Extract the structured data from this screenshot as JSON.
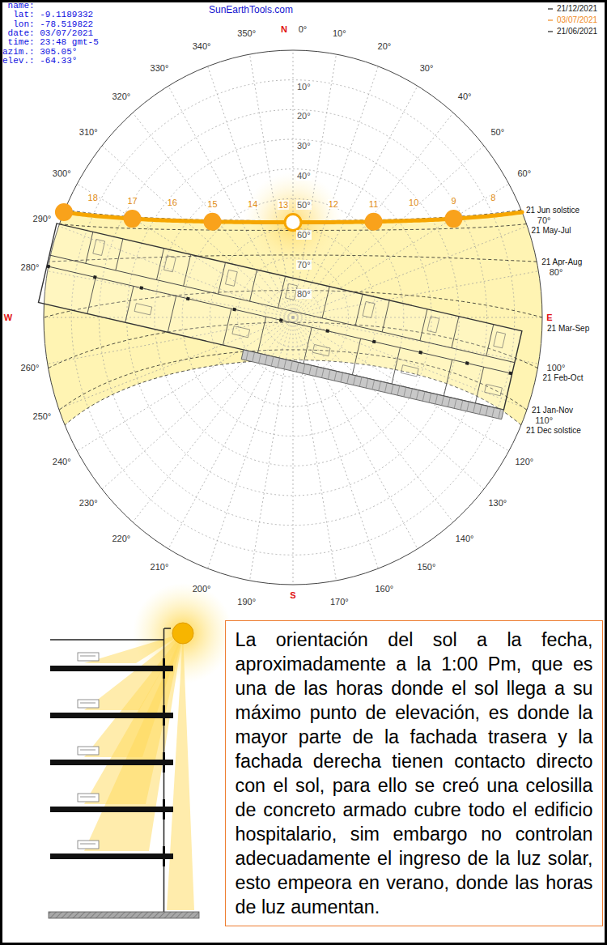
{
  "diagram": {
    "title": "SunEarthTools.com",
    "nodes": [
      {
        "text": [
          "La orientación del sol a la fecha, aproximadamente a la 1:00 Pm, que es una de las horas donde el sol llega a su máximo punto de elevación, es donde la mayor parte de la fachada trasera y la fachada derecha tienen contacto directo con el sol, para ello se creó una celosilla de concreto armado cubre todo el edificio hospitalario, sim embargo no controlan adecuadamente el ingreso de la luz solar, esto empeora en verano, donde las horas de luz aumentan."
        ]
      }
    ],
    "labels": [
      "name:",
      "lat: -9.1189332",
      "lon: -78.519822",
      "date: 03/07/2021",
      "time: 23:48 gmt-5",
      "azim.: 305.05°",
      "elev.: -64.33°",
      "N",
      "E",
      "S",
      "W",
      "0°",
      "10°",
      "20°",
      "30°",
      "40°",
      "50°",
      "60°",
      "70°",
      "80°",
      "100°",
      "110°",
      "120°",
      "130°",
      "140°",
      "150°",
      "160°",
      "170°",
      "190°",
      "200°",
      "210°",
      "220°",
      "230°",
      "240°",
      "250°",
      "260°",
      "280°",
      "290°",
      "300°",
      "310°",
      "320°",
      "330°",
      "340°",
      "350°",
      "10°",
      "20°",
      "30°",
      "40°",
      "50°",
      "60°",
      "70°",
      "80°",
      "18",
      "17",
      "16",
      "15",
      "14",
      "13",
      "12",
      "11",
      "10",
      "9",
      "8",
      "21 Jun solstice",
      "21 May-Jul",
      "21 Apr-Aug",
      "21 Mar-Sep",
      "21 Feb-Oct",
      "21 Jan-Nov",
      "21 Dec solstice"
    ],
    "legend": [
      {
        "text": "21/12/2021"
      },
      {
        "text": "03/07/2021"
      },
      {
        "text": "21/06/2021"
      }
    ]
  }
}
